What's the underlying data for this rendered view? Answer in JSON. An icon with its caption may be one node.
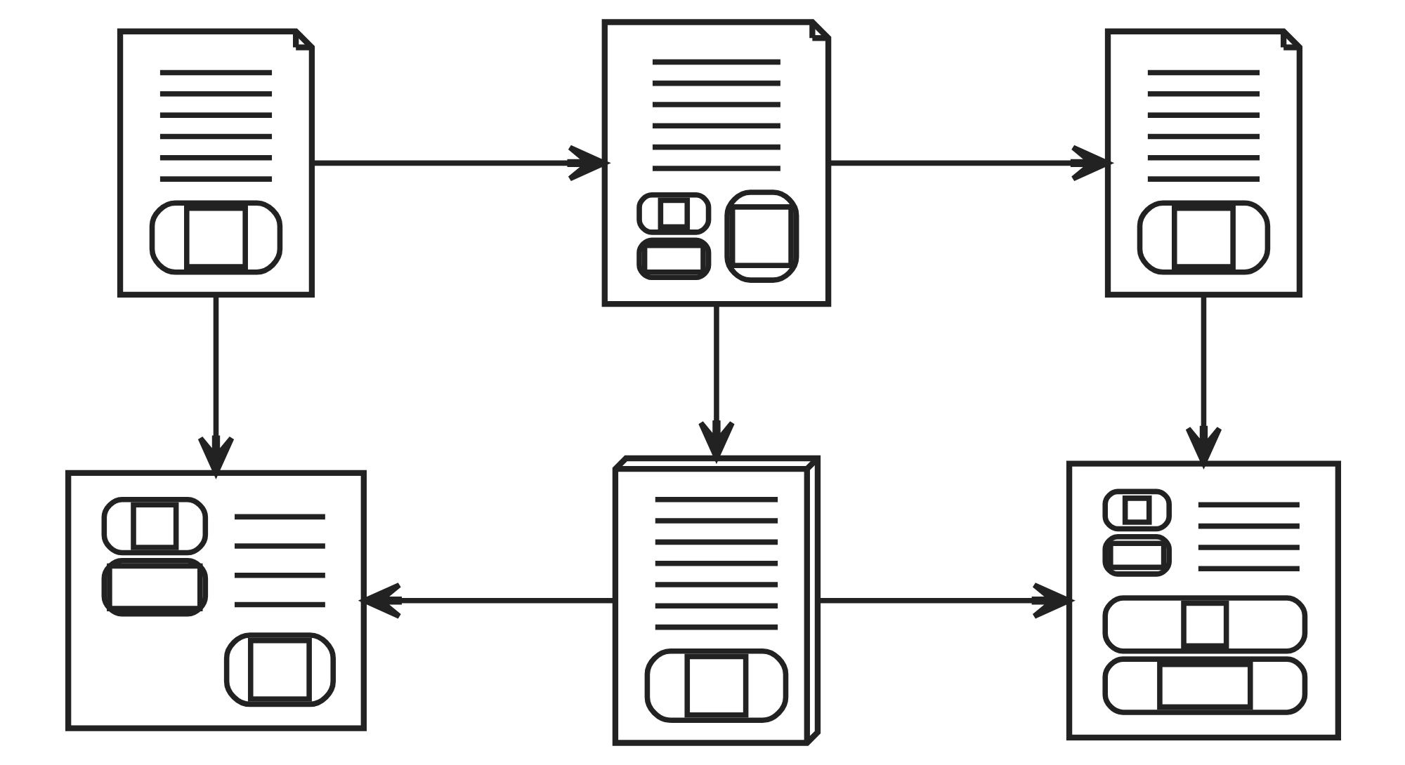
{
  "diagram": {
    "nodes": [
      {
        "text": [],
        "shape": "picture"
      },
      {
        "text": [],
        "shape": "picture"
      },
      {
        "text": [],
        "shape": "picture"
      },
      {
        "text": [],
        "shape": "picture"
      },
      {
        "text": [],
        "shape": "picture"
      },
      {
        "text": [],
        "shape": "picture"
      }
    ],
    "edges": [
      {
        "from": 0,
        "to": 1,
        "arrow": "to"
      },
      {
        "from": 1,
        "to": 2,
        "arrow": "to"
      },
      {
        "from": 0,
        "to": 3,
        "arrow": "to"
      },
      {
        "from": 1,
        "to": 4,
        "arrow": "to"
      },
      {
        "from": 2,
        "to": 5,
        "arrow": "to"
      },
      {
        "from": 4,
        "to": 3,
        "arrow": "to"
      },
      {
        "from": 4,
        "to": 5,
        "arrow": "to"
      }
    ]
  }
}
